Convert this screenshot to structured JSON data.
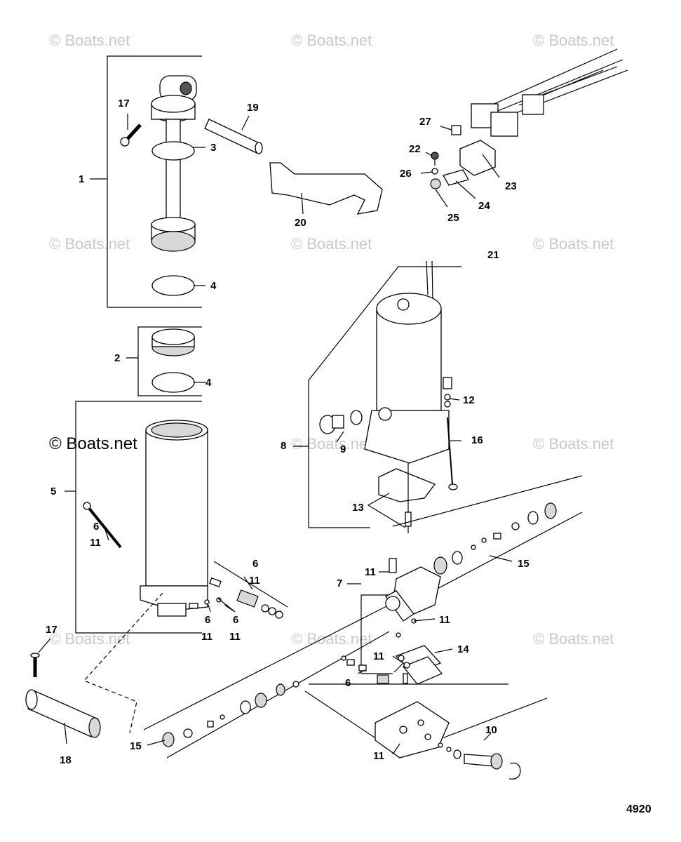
{
  "watermarks": [
    "© Boats.net",
    "© Boats.net",
    "© Boats.net",
    "© Boats.net",
    "© Boats.net",
    "© Boats.net",
    "© Boats.net",
    "© Boats.net",
    "© Boats.net",
    "© Boats.net",
    "© Boats.net",
    "© Boats.net"
  ],
  "callouts": [
    "1",
    "2",
    "3",
    "4",
    "4",
    "5",
    "6",
    "11",
    "6",
    "11",
    "6",
    "11",
    "6",
    "11",
    "17",
    "19",
    "20",
    "21",
    "22",
    "23",
    "24",
    "25",
    "26",
    "27",
    "7",
    "8",
    "9",
    "12",
    "13",
    "16",
    "15",
    "11",
    "11",
    "14",
    "11",
    "6",
    "10",
    "11",
    "15",
    "17",
    "18"
  ],
  "figure_number": "4920"
}
